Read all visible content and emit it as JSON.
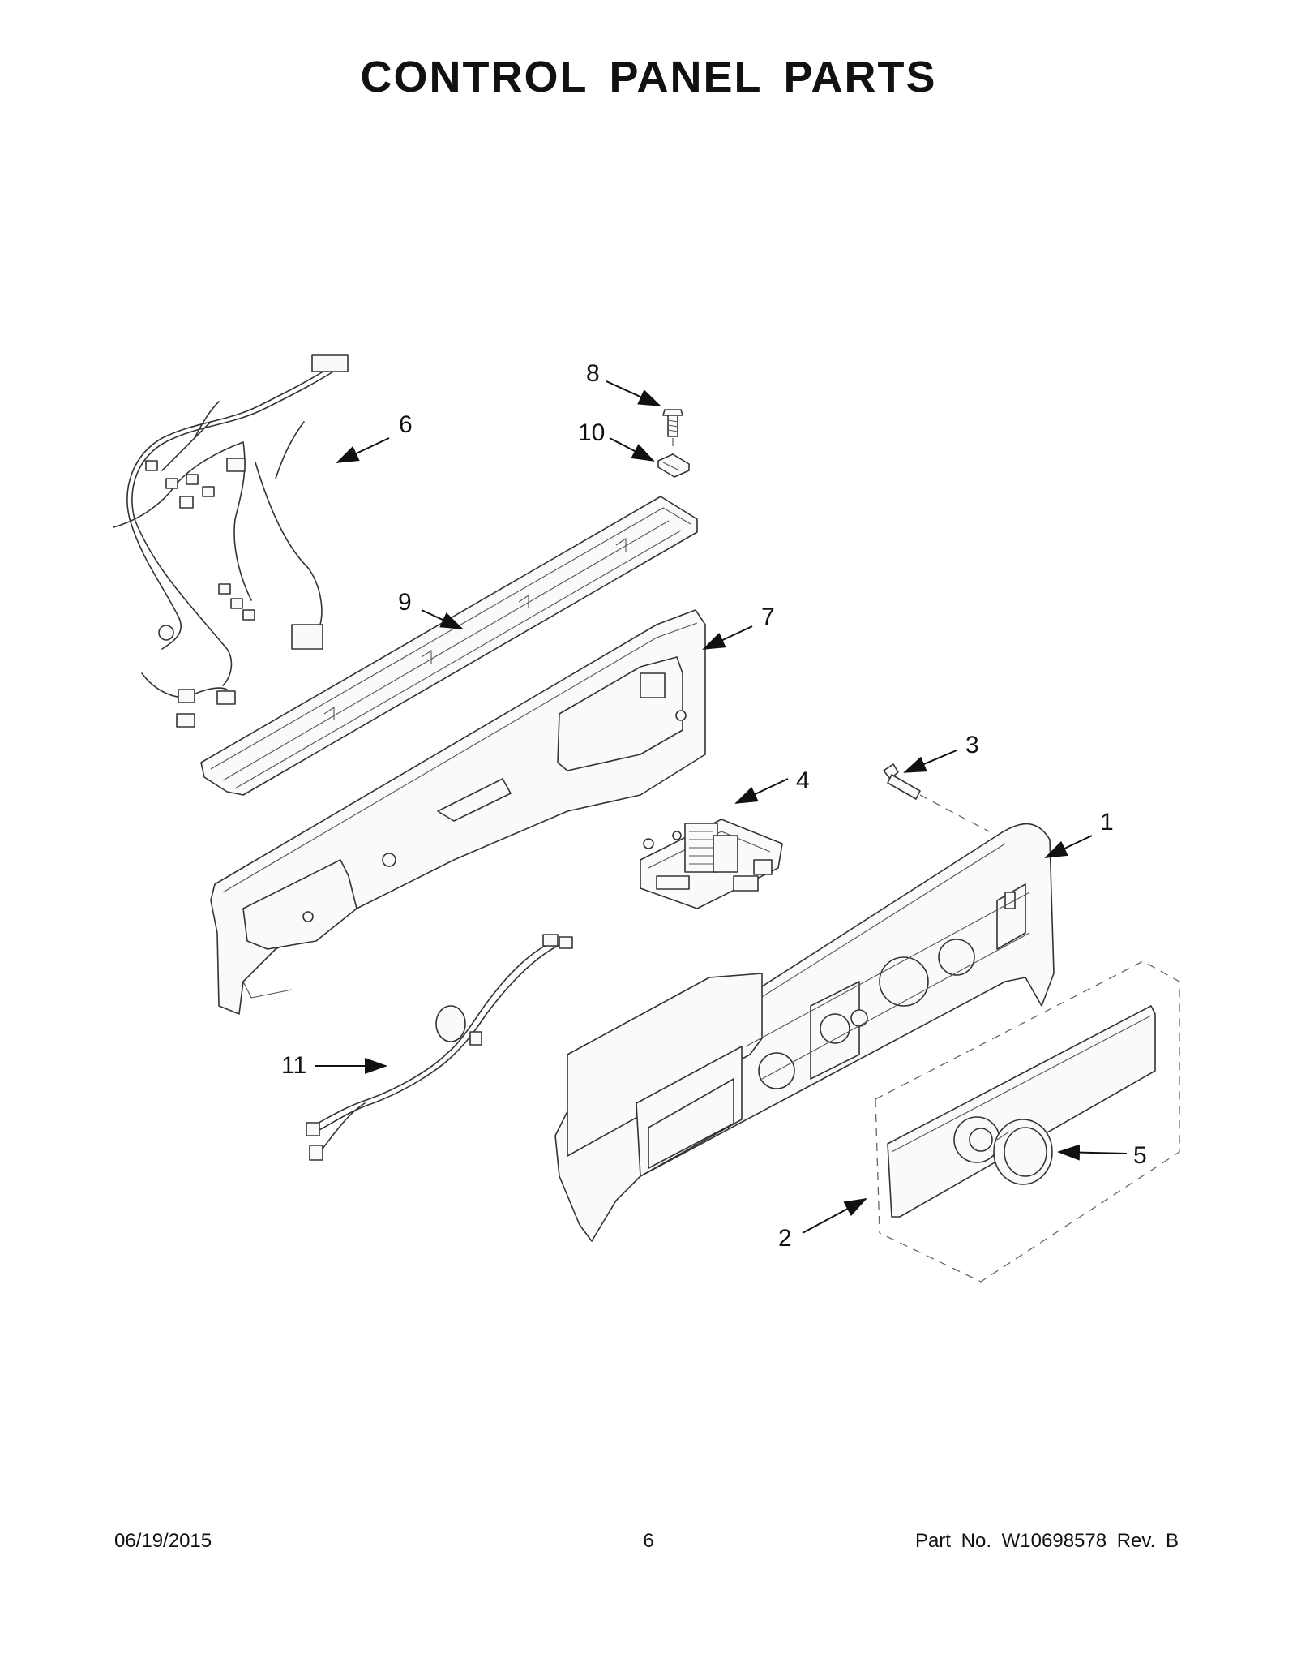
{
  "page": {
    "title": "CONTROL PANEL PARTS"
  },
  "callouts": [
    {
      "id": "1",
      "label": "1"
    },
    {
      "id": "2",
      "label": "2"
    },
    {
      "id": "3",
      "label": "3"
    },
    {
      "id": "4",
      "label": "4"
    },
    {
      "id": "5",
      "label": "5"
    },
    {
      "id": "6",
      "label": "6"
    },
    {
      "id": "7",
      "label": "7"
    },
    {
      "id": "8",
      "label": "8"
    },
    {
      "id": "9",
      "label": "9"
    },
    {
      "id": "10",
      "label": "10"
    },
    {
      "id": "11",
      "label": "11"
    }
  ],
  "footer": {
    "date": "06/19/2015",
    "page_number": "6",
    "part_number": "Part No.  W10698578  Rev.  B"
  }
}
